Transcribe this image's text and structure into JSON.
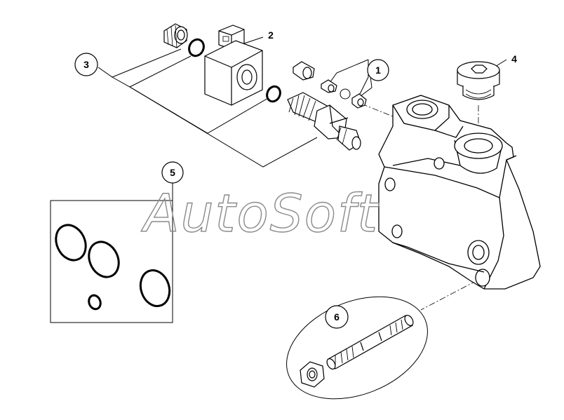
{
  "callouts": {
    "c1": "1",
    "c2": "2",
    "c3": "3",
    "c4": "4",
    "c5": "5",
    "c6": "6"
  },
  "watermark": "AutoSoft",
  "colors": {
    "line": "#000000",
    "shade": "#d9d9d9",
    "background": "#ffffff",
    "watermark": "#8a8a8a"
  }
}
